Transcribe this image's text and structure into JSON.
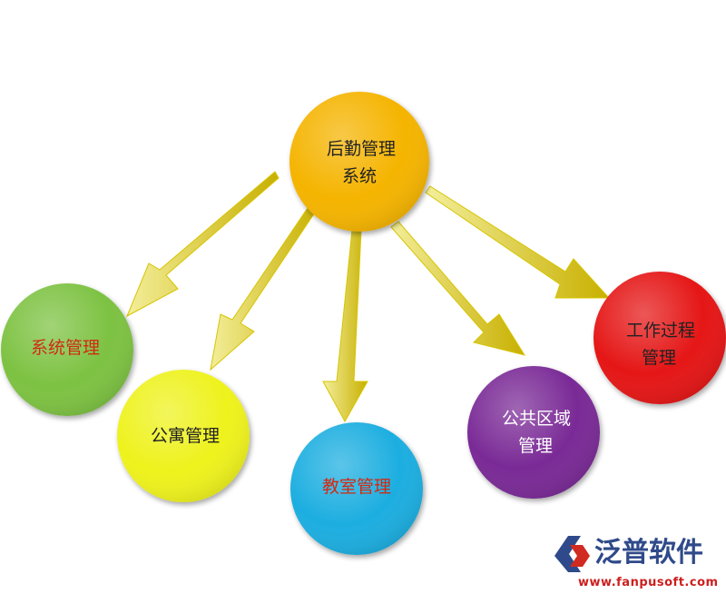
{
  "center": {
    "line1": "后勤管理",
    "line2": "系统",
    "color": "#f5b400",
    "text_color": "#222222"
  },
  "nodes": [
    {
      "id": "system",
      "line1": "系统管理",
      "line2": "",
      "color": "#7dc242",
      "text_color": "#d22a12"
    },
    {
      "id": "apartment",
      "line1": "公寓管理",
      "line2": "",
      "color": "#eef21f",
      "text_color": "#222222"
    },
    {
      "id": "classroom",
      "line1": "教室管理",
      "line2": "",
      "color": "#1faee0",
      "text_color": "#d22a12"
    },
    {
      "id": "public-area",
      "line1": "公共区域",
      "line2": "管理",
      "color": "#7a2a96",
      "text_color": "#ffffff"
    },
    {
      "id": "work-process",
      "line1": "工作过程",
      "line2": "管理",
      "color": "#e51519",
      "text_color": "#222222"
    }
  ],
  "arrow_color": "#d7c400",
  "brand": {
    "name": "泛普软件",
    "url": "www.fanpusoft.com",
    "name_color": "#2f4a8a",
    "url_color": "#cc1f1f",
    "logo_color_blue": "#2f4a8a",
    "logo_color_red": "#d12a20"
  }
}
